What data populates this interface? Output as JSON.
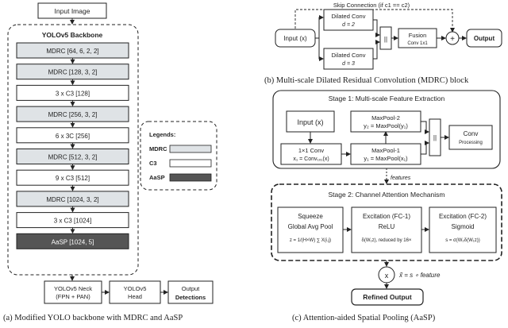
{
  "left": {
    "input": "Input Image",
    "backbone_title": "YOLOv5 Backbone",
    "blocks": [
      "MDRC [64, 6, 2, 2]",
      "MDRC [128, 3, 2]",
      "3 x C3 [128]",
      "MDRC [256, 3, 2]",
      "6 x 3C [256]",
      "MDRC [512, 3, 2]",
      "9 x C3 [512]",
      "MDRC [1024, 3, 2]",
      "3 x C3 [1024]",
      "AaSP [1024, 5]"
    ],
    "legend_title": "Legends:",
    "legend_items": [
      "MDRC",
      "C3",
      "AaSP"
    ],
    "neck_line1": "YOLOv5 Neck",
    "neck_line2": "(FPN + PAN)",
    "head_line1": "YOLOv5",
    "head_line2": "Head",
    "output_line1": "Output",
    "output_line2": "Detections",
    "caption": "(a) Modified YOLO backbone with MDRC and AaSP"
  },
  "mdrc": {
    "skip_label": "Skip Connection (if c1 == c2)",
    "input": "Input (x)",
    "dilated1": "Dilated Conv",
    "d1": "d = 2",
    "dilated2": "Dilated Conv",
    "d2": "d = 3",
    "concat": "||",
    "fusion_line1": "Fusion",
    "fusion_line2": "Conv 1x1",
    "plus": "+",
    "output": "Output",
    "caption": "(b) Multi-scale Dilated Residual Convolution (MDRC) block"
  },
  "aasp": {
    "stage1_title": "Stage 1: Multi-scale Feature Extraction",
    "input": "Input (x)",
    "conv_line1": "1×1 Conv",
    "conv_line2": "x₁ = Conv₁ₓ₁(x)",
    "mp2_line1": "MaxPool-2",
    "mp2_line2": "y₂ = MaxPool(y₁)",
    "mp1_line1": "MaxPool-1",
    "mp1_line2": "y₁ = MaxPool(x₁)",
    "concat": "||",
    "conv_out_line1": "Conv",
    "conv_out_line2": "Processing",
    "features_label": "features",
    "stage2_title": "Stage 2: Channel Attention Mechanism",
    "squeeze_line1": "Squeeze",
    "squeeze_line2": "Global Avg Pool",
    "squeeze_line3": "z = 1/(H×W) ∑ X(i,j)",
    "fc1_line1": "Excitation (FC-1)",
    "fc1_line2": "ReLU",
    "fc1_line3": "δ(W₁z), reduced by 16×",
    "fc2_line1": "Excitation (FC-2)",
    "fc2_line2": "Sigmoid",
    "fc2_line3": "s = σ(W₂δ(W₁z))",
    "multiply": "x",
    "formula": "x̃ = s ∘ feature",
    "refined": "Refined Output",
    "caption": "(c) Attention-aided Spatial Pooling (AaSP)"
  },
  "colors": {
    "mdrc_fill": "#dfe3e6",
    "c3_fill": "#ffffff",
    "aasp_fill": "#555555",
    "stroke": "#222222"
  }
}
